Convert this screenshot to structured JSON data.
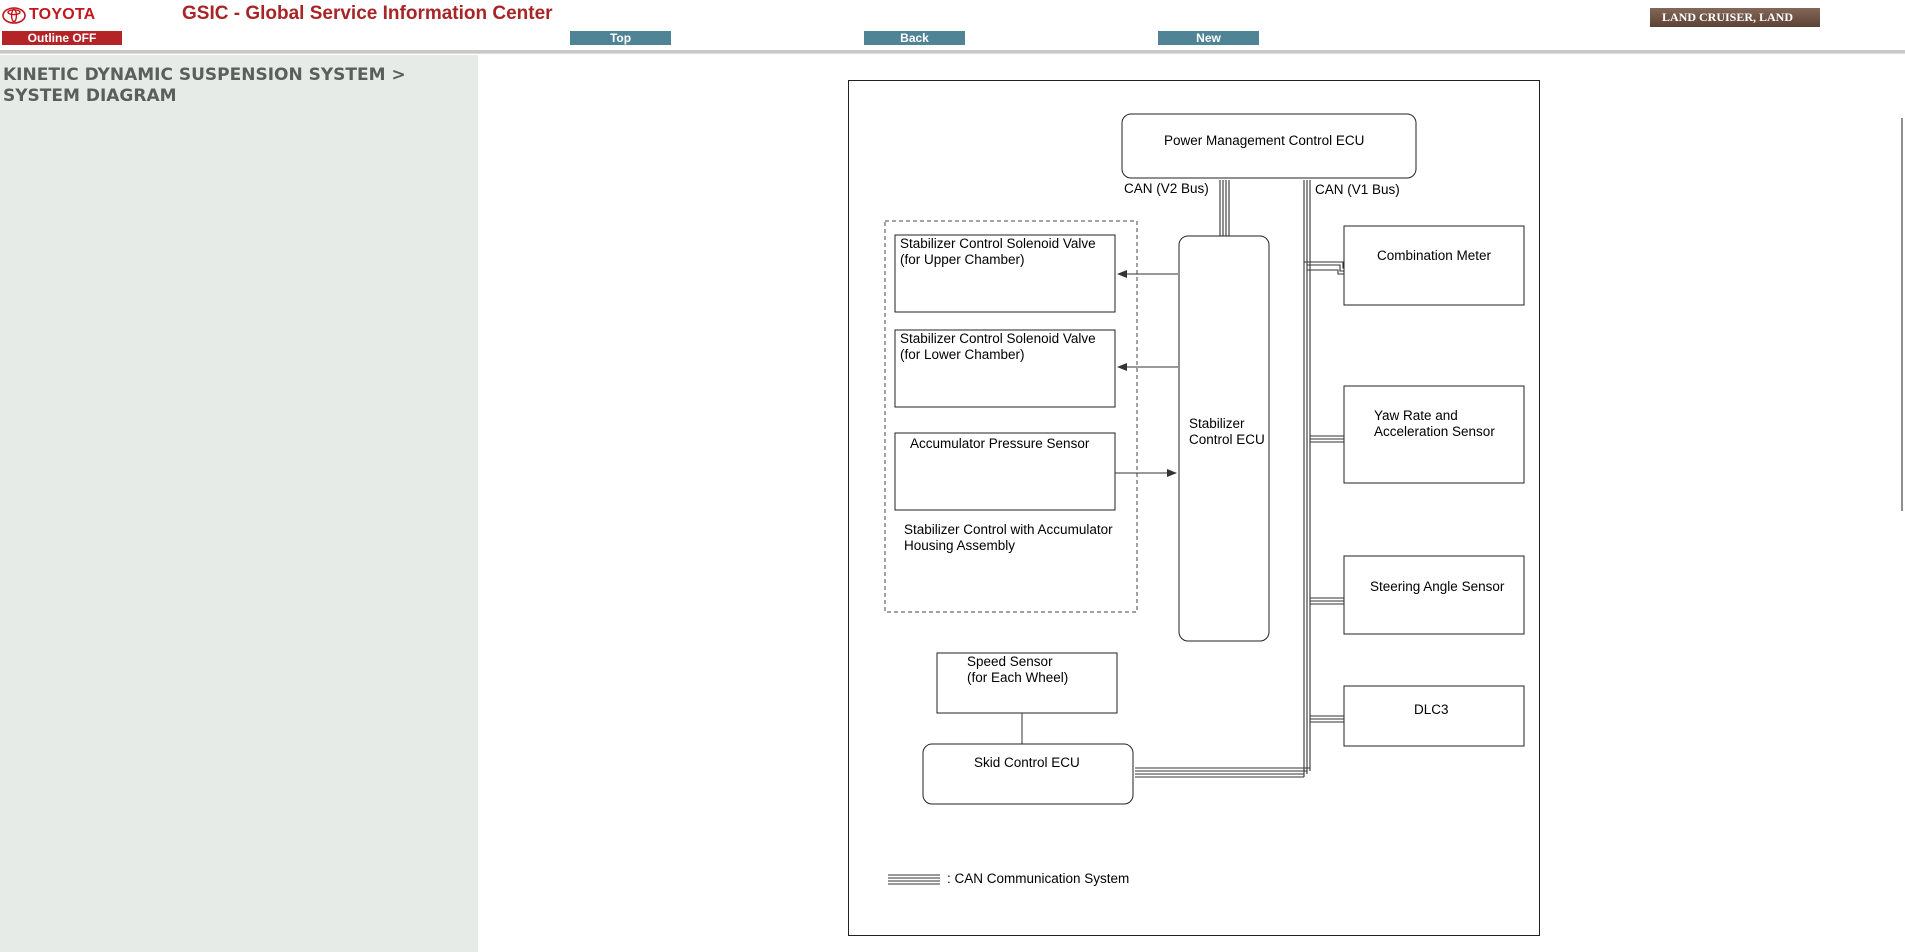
{
  "header": {
    "brand": "TOYOTA",
    "app_title": "GSIC - Global Service Information Center",
    "vehicle": "LAND CRUISER, LAND",
    "buttons": {
      "outline": "Outline OFF",
      "top": "Top",
      "back": "Back",
      "new": "New"
    }
  },
  "sidebar": {
    "title": "KINETIC DYNAMIC SUSPENSION SYSTEM > SYSTEM DIAGRAM"
  },
  "diagram": {
    "power_ecu": "Power Management Control ECU",
    "can_v2": "CAN (V2 Bus)",
    "can_v1": "CAN (V1 Bus)",
    "valve_upper": [
      "Stabilizer Control Solenoid Valve",
      "(for Upper Chamber)"
    ],
    "valve_lower": [
      "Stabilizer Control Solenoid Valve",
      "(for Lower Chamber)"
    ],
    "accumulator_sensor": "Accumulator Pressure Sensor",
    "assembly": [
      "Stabilizer Control with Accumulator",
      "Housing Assembly"
    ],
    "stabilizer_ecu": [
      "Stabilizer",
      "Control ECU"
    ],
    "combination_meter": "Combination Meter",
    "yaw_rate": [
      "Yaw Rate and",
      "Acceleration Sensor"
    ],
    "steering_angle": "Steering Angle Sensor",
    "dlc3": "DLC3",
    "speed_sensor": [
      "Speed Sensor",
      "(for Each Wheel)"
    ],
    "skid_ecu": "Skid Control ECU",
    "legend": ": CAN Communication System"
  },
  "colors": {
    "brand_red": "#c0181c",
    "title_red": "#a72527",
    "outline_button": "#b42427",
    "nav_button": "#4e8496",
    "vehicle_badge": "#6e5244",
    "sidebar_bg": "#e6ebe7"
  },
  "icons": {
    "logo": "toyota-emblem-icon"
  }
}
